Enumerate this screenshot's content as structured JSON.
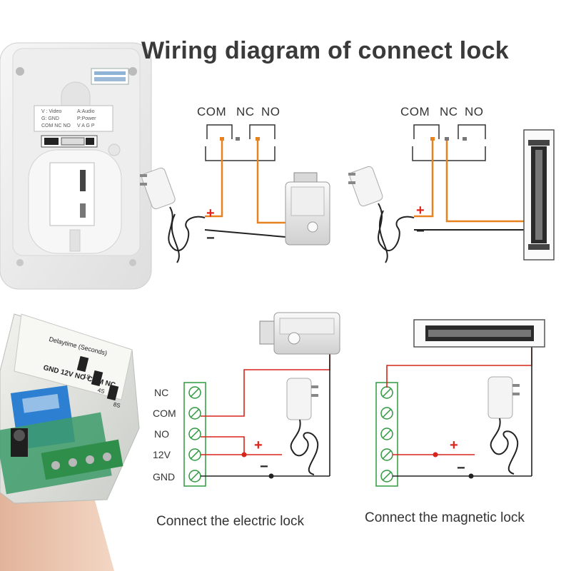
{
  "title": "Wiring diagram of connect lock",
  "top_diagrams": {
    "left_terminals": [
      "COM",
      "NC",
      "NO"
    ],
    "right_terminals": [
      "COM",
      "NC",
      "NO"
    ],
    "plus": "+",
    "minus": "−"
  },
  "panel_photo": {
    "label_line1_left": "V : Video",
    "label_line1_right": "A:Audio",
    "label_line2_left": "G: GND",
    "label_line2_right": "P:Power",
    "label_line3_left": "COM NC NO",
    "label_line3_right": "V A G P"
  },
  "relay_photo": {
    "delay_label": "Delaytime (Seconds)",
    "terminal_label": "GND 12V NO COM NC",
    "jumper_labels": [
      "1S",
      "4S",
      "8S"
    ]
  },
  "bottom_diagrams": {
    "terminal_labels": [
      "NC",
      "COM",
      "NO",
      "12V",
      "GND"
    ],
    "plus": "+",
    "minus": "−",
    "caption_electric": "Connect the electric lock",
    "caption_magnetic": "Connect the magnetic lock"
  },
  "colors": {
    "wire_orange": "#e8821f",
    "wire_red": "#d9241c",
    "wire_black": "#222222",
    "terminal_green": "#2e9a3e",
    "title_text": "#3a3a3a"
  }
}
